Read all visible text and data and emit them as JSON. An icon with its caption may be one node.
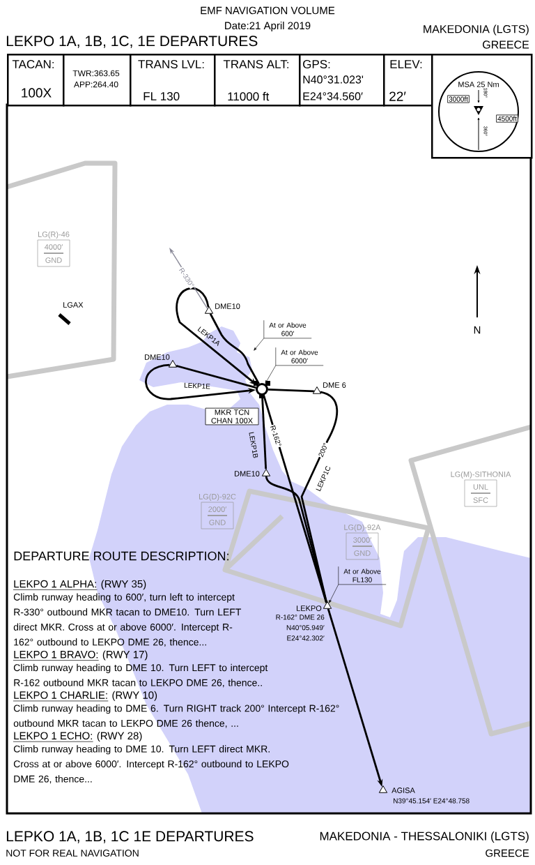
{
  "diagram": {
    "title": "LEKPO 1A, 1B, 1C, 1E DEPARTURES",
    "nodes": [
      {
        "text": [
          "TACAN:",
          "100X"
        ]
      },
      {
        "text": [
          "TWR:363.65",
          "APP:264.40"
        ]
      },
      {
        "text": [
          "TRANS LVL:",
          "FL 130"
        ]
      },
      {
        "text": [
          "TRANS ALT:",
          "11000 ft"
        ]
      },
      {
        "text": [
          "GPS:",
          "N40°31.023'",
          "E24°34.560′"
        ]
      },
      {
        "text": [
          "ELEV:",
          "22′"
        ]
      },
      {
        "text": [
          "MSA 25 Nm"
        ]
      },
      {
        "text": [
          "3000ft"
        ],
        "in": 6
      },
      {
        "text": [
          "4500ft"
        ],
        "in": 6
      },
      {
        "text": [
          "LG(R)-46",
          "4000′",
          "GND"
        ]
      },
      {
        "text": [],
        "shape": "triangle",
        "beside": [
          "DME10"
        ]
      },
      {
        "text": [
          "At or Above 600′"
        ]
      },
      {
        "text": [],
        "shape": "triangle",
        "beside": [
          "DME10"
        ]
      },
      {
        "text": [
          "At or Above 6000′"
        ]
      },
      {
        "text": [],
        "shape": "circle"
      },
      {
        "text": [],
        "shape": "triangle",
        "beside": [
          "DME 6"
        ]
      },
      {
        "text": [
          "MKR TCN CHAN 100X"
        ]
      },
      {
        "text": [],
        "shape": "triangle",
        "beside": [
          "DME10"
        ]
      },
      {
        "text": [
          "LG(M)-SITHONIA",
          "UNL",
          "SFC"
        ]
      },
      {
        "text": [
          "LG(D)-92C",
          "2000′",
          "GND"
        ]
      },
      {
        "text": [
          "LG(D)-92A",
          "3000′",
          "GND"
        ]
      },
      {
        "text": [
          "At or Above FL130"
        ]
      },
      {
        "text": [],
        "shape": "triangle",
        "beside": [
          "LEKPO",
          "R-162° DME 26",
          "N40°05.949′",
          "E24°42.302′"
        ]
      },
      {
        "text": [],
        "shape": "triangle",
        "beside": [
          "AGISA",
          "N39°45.154′ E24°48.758"
        ]
      }
    ],
    "edges": [
      {
        "from": 14,
        "to": 10,
        "arrow": "none"
      },
      {
        "from": 10,
        "to": 14,
        "arrow": "to",
        "label": "LEKP1A"
      },
      {
        "from": 10,
        "to": null,
        "arrow": "to",
        "label": "R-330°",
        "color": "#8a8a99"
      },
      {
        "from": 14,
        "to": 12,
        "arrow": "none"
      },
      {
        "from": 12,
        "to": 14,
        "arrow": "to",
        "label": "LEKP1E"
      },
      {
        "from": 14,
        "to": 15,
        "arrow": "none"
      },
      {
        "from": 15,
        "to": 22,
        "arrow": "none",
        "label": "LEKP1C"
      },
      {
        "from": 14,
        "to": 17,
        "arrow": "none",
        "label": "LEKP1B"
      },
      {
        "from": 17,
        "to": 22,
        "arrow": "none"
      },
      {
        "from": 14,
        "to": 22,
        "arrow": "none",
        "label": "R-162°"
      },
      {
        "from": 22,
        "to": 23,
        "arrow": "to"
      },
      {
        "from": 11,
        "to": null,
        "arrow": "to"
      },
      {
        "from": 13,
        "to": 14,
        "arrow": "to"
      },
      {
        "from": 21,
        "to": 22,
        "arrow": "to"
      }
    ],
    "labels": [
      "EMF NAVIGATION VOLUME",
      "Date:21 April 2019",
      "MAKEDONIA (LGTS)",
      "GREECE",
      "180°",
      "360°",
      "LGAX",
      "N",
      "200°",
      "DEPARTURE ROUTE DESCRIPTION:",
      "LEKPO 1 ALPHA:",
      "(RWY 35)",
      "Climb runway heading to 600′, turn left to intercept R-330° outbound MKR tacan to DME10. Turn LEFT direct MKR. Cross at or above 6000′. Intercept R-162° outbound to LEKPO DME 26, thence...",
      "LEKPO 1 BRAVO:",
      "(RWY 17)",
      "Climb runway heading to DME 10. Turn LEFT to intercept R-162 outbound MKR tacan to LEKPO DME 26, thence..",
      "LEKPO 1 CHARLIE:",
      "(RWY 10)",
      "Climb runway heading to DME 6. Turn RIGHT track 200° Intercept R-162° outbound MKR tacan to LEKPO DME 26 thence, ...",
      "LEKPO 1 ECHO:",
      "(RWY 28)",
      "Climb runway heading to DME 10. Turn LEFT direct MKR. Cross at or above 6000′. Intercept R-162° outbound to LEKPO DME 26, thence...",
      "LEPKO 1A, 1B, 1C 1E DEPARTURES",
      "NOT FOR REAL NAVIGATION",
      "MAKEDONIA - THESSALONIKI (LGTS)",
      "GREECE"
    ]
  }
}
